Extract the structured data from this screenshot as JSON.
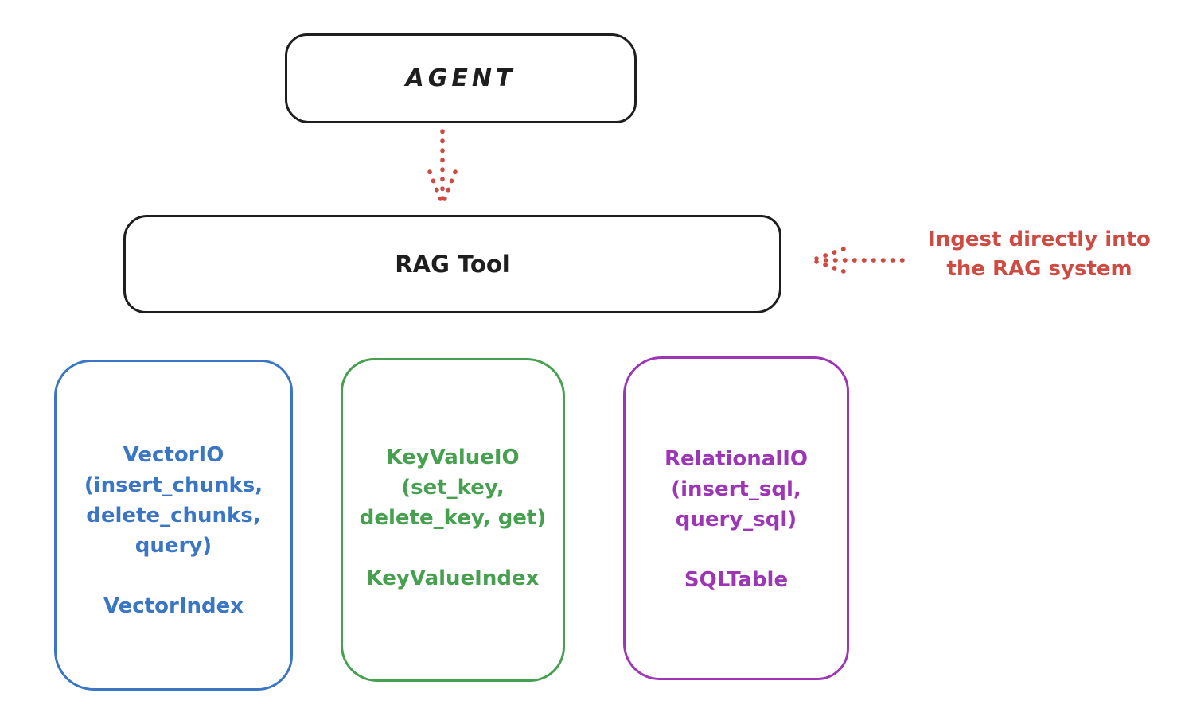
{
  "agent": {
    "label": "AGENT"
  },
  "rag_tool": {
    "label": "RAG Tool"
  },
  "annotation": {
    "line1": "Ingest directly into",
    "line2": "the RAG system"
  },
  "arrows": [
    {
      "name": "agent-to-rag-arrow",
      "style": "dotted",
      "direction": "down",
      "color": "#cd4b42"
    },
    {
      "name": "ingest-arrow",
      "style": "dotted",
      "direction": "left",
      "color": "#cd4b42"
    }
  ],
  "stores": [
    {
      "name": "vector-io",
      "color": "#3b76c4",
      "lines": [
        "VectorIO",
        "(insert_chunks,",
        "delete_chunks,",
        "query)"
      ],
      "index_label": "VectorIndex"
    },
    {
      "name": "key-value-io",
      "color": "#47a04f",
      "lines": [
        "KeyValueIO",
        "(set_key,",
        "delete_key, get)"
      ],
      "index_label": "KeyValueIndex"
    },
    {
      "name": "relational-io",
      "color": "#9c36b5",
      "lines": [
        "RelationalIO",
        "(insert_sql,",
        "query_sql)"
      ],
      "index_label": "SQLTable"
    }
  ],
  "colors": {
    "ink": "#1e1e1e",
    "accent_red": "#cd4b42",
    "vector_blue": "#3b76c4",
    "keyvalue_green": "#47a04f",
    "relational_purple": "#9c36b5",
    "background": "#ffffff"
  }
}
